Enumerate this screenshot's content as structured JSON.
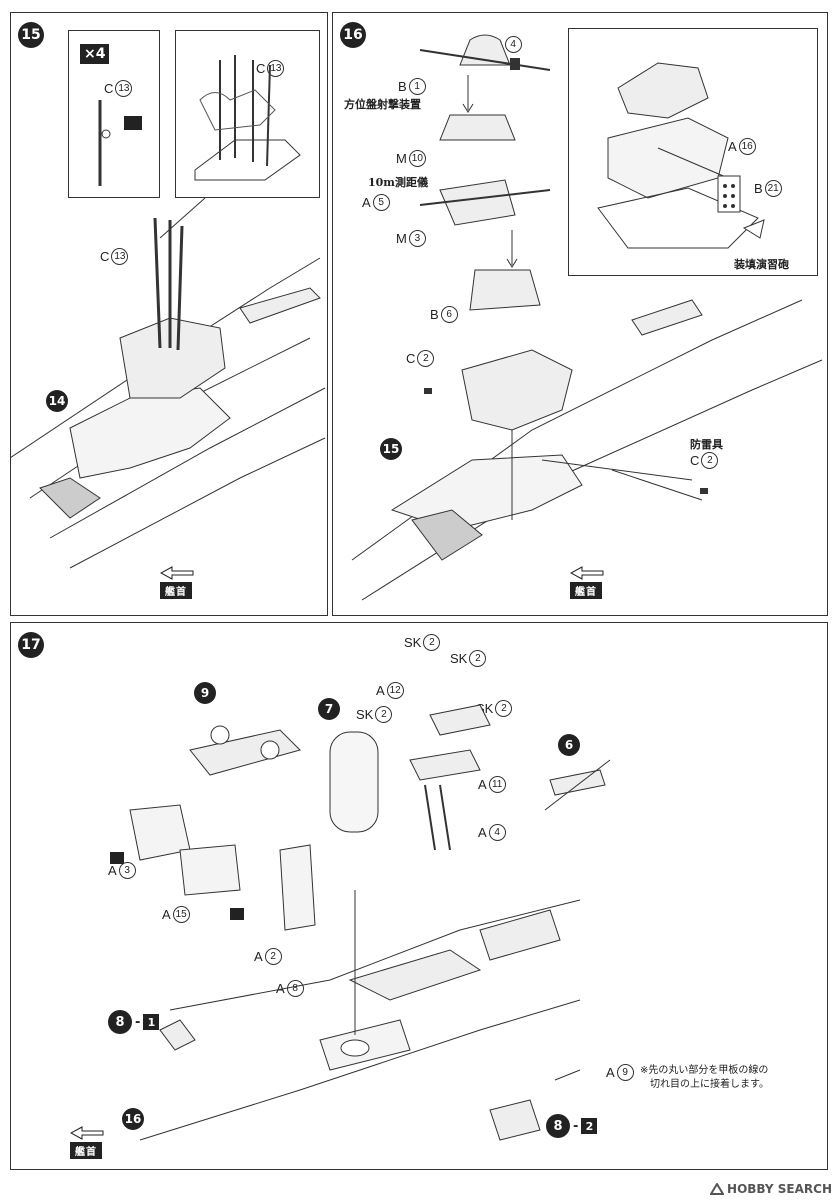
{
  "steps": {
    "s15": {
      "number": "15",
      "multiplier": "×4",
      "detail_label_1": {
        "letter": "C",
        "num": "13"
      },
      "detail_label_2": {
        "letter": "C",
        "num": "13"
      },
      "main_label": {
        "letter": "C",
        "num": "13"
      },
      "ref_step": "14",
      "bow_text": "艦首"
    },
    "s16": {
      "number": "16",
      "labels": {
        "b4": {
          "letter": "B",
          "num": "4"
        },
        "b1": {
          "letter": "B",
          "num": "1"
        },
        "m10": {
          "letter": "M",
          "num": "10"
        },
        "a5": {
          "letter": "A",
          "num": "5"
        },
        "m3": {
          "letter": "M",
          "num": "3"
        },
        "b6": {
          "letter": "B",
          "num": "6"
        },
        "c2": {
          "letter": "C",
          "num": "2"
        },
        "c2b": {
          "letter": "C",
          "num": "2"
        },
        "a16": {
          "letter": "A",
          "num": "16"
        },
        "b21": {
          "letter": "B",
          "num": "21"
        }
      },
      "jp_director": "方位盤射撃装置",
      "jp_rangefinder": "10m測距儀",
      "jp_loading": "装填演習砲",
      "jp_paravane": "防雷具",
      "ref_step": "15",
      "bow_text": "艦首"
    },
    "s17": {
      "number": "17",
      "labels": {
        "sk2a": {
          "letter": "SK",
          "num": "2"
        },
        "sk2b": {
          "letter": "SK",
          "num": "2"
        },
        "sk2c": {
          "letter": "SK",
          "num": "2"
        },
        "sk2d": {
          "letter": "SK",
          "num": "2"
        },
        "a12": {
          "letter": "A",
          "num": "12"
        },
        "a11": {
          "letter": "A",
          "num": "11"
        },
        "a4": {
          "letter": "A",
          "num": "4"
        },
        "a3": {
          "letter": "A",
          "num": "3"
        },
        "a15": {
          "letter": "A",
          "num": "15"
        },
        "a2": {
          "letter": "A",
          "num": "2"
        },
        "a8": {
          "letter": "A",
          "num": "8"
        },
        "a9": {
          "letter": "A",
          "num": "9"
        }
      },
      "ref_9": "9",
      "ref_7": "7",
      "ref_6": "6",
      "ref_16": "16",
      "sub_8_1": {
        "num": "8",
        "sub": "1"
      },
      "sub_8_2": {
        "num": "8",
        "sub": "2"
      },
      "note_line1": "※先の丸い部分を甲板の線の",
      "note_line2": "切れ目の上に接着します。",
      "bow_text": "艦首"
    }
  },
  "watermark": "HOBBY SEARCH"
}
